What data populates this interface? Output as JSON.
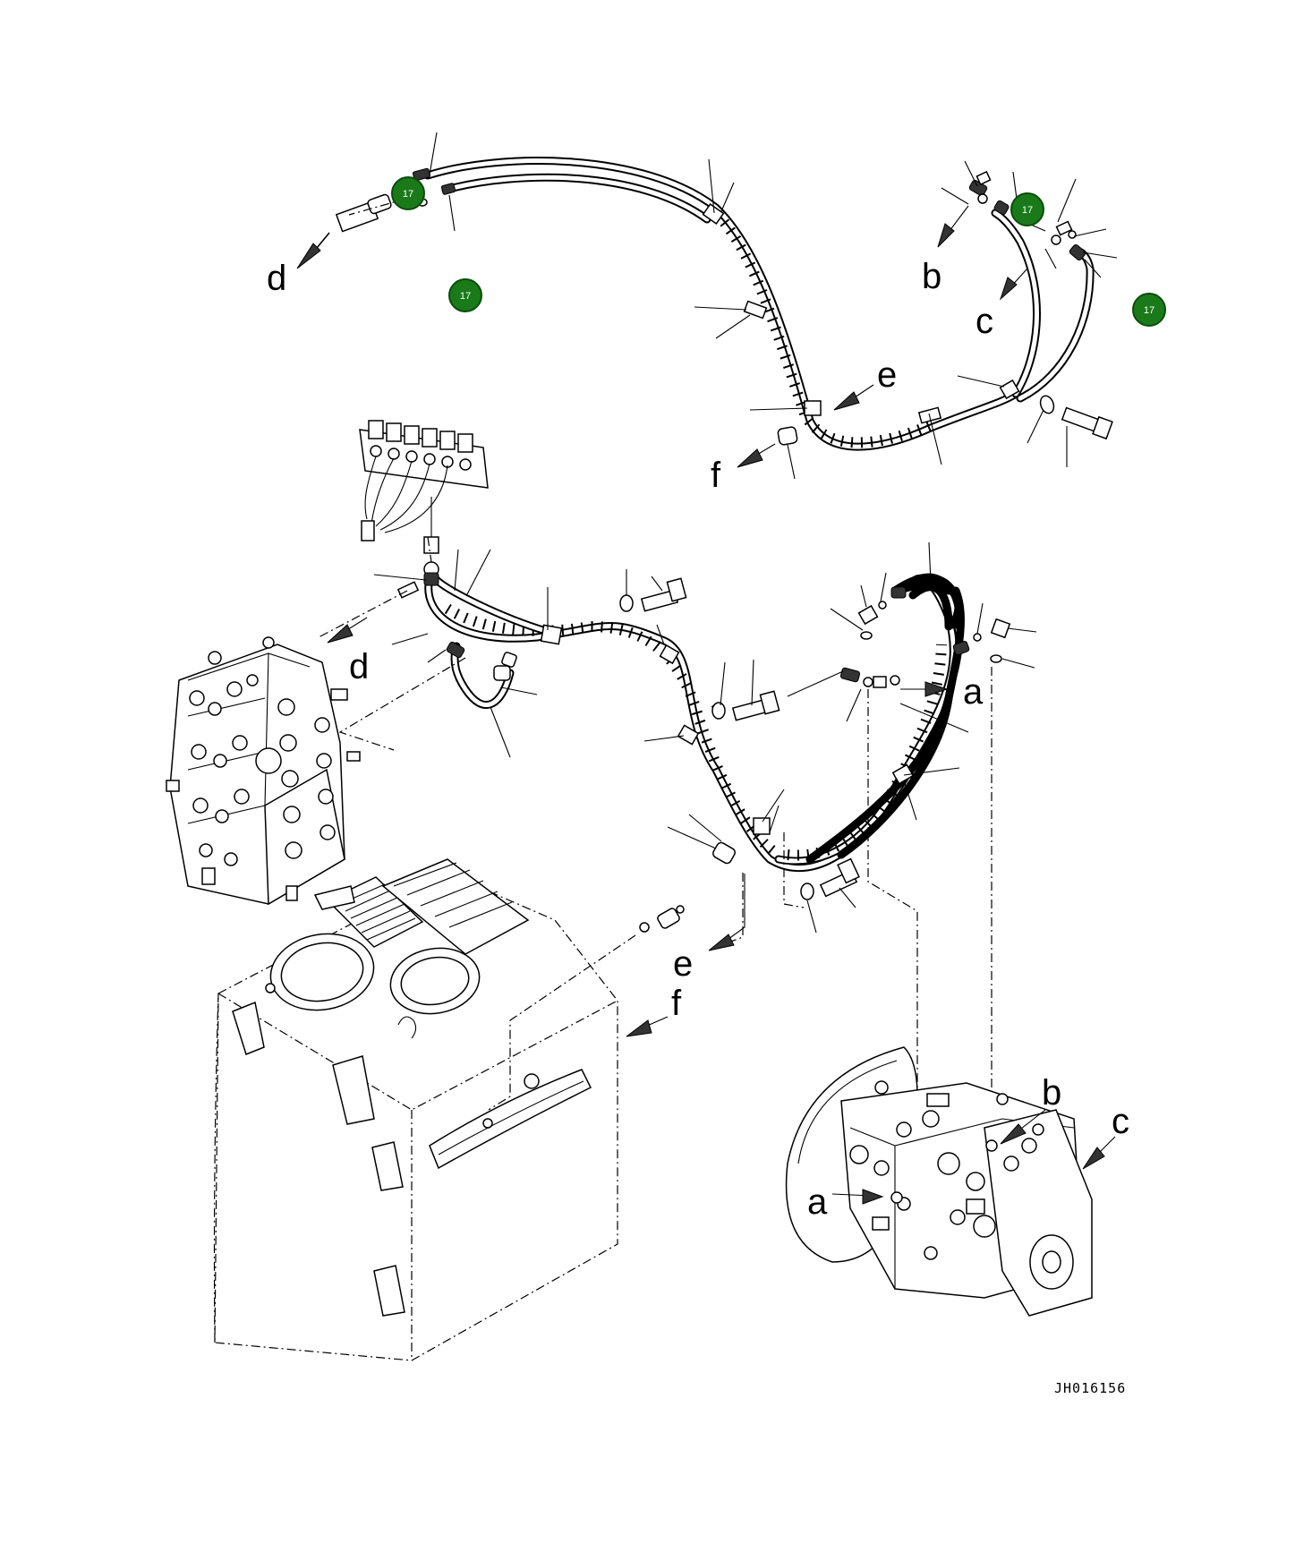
{
  "diagram": {
    "drawing_code": "JH016156",
    "reference_letters": {
      "a": "a",
      "b": "b",
      "c": "c",
      "d": "d",
      "e": "e",
      "f": "f"
    },
    "callouts": [
      {
        "label": "17",
        "color": "#1a7a1a"
      },
      {
        "label": "17",
        "color": "#1a7a1a"
      },
      {
        "label": "17",
        "color": "#1a7a1a"
      },
      {
        "label": "17",
        "color": "#1a7a1a"
      }
    ],
    "components": [
      "solenoid-valve-assembly",
      "control-valve",
      "hydraulic-tank",
      "hydraulic-pump",
      "upper-hose-assembly",
      "lower-hose-assembly"
    ]
  }
}
